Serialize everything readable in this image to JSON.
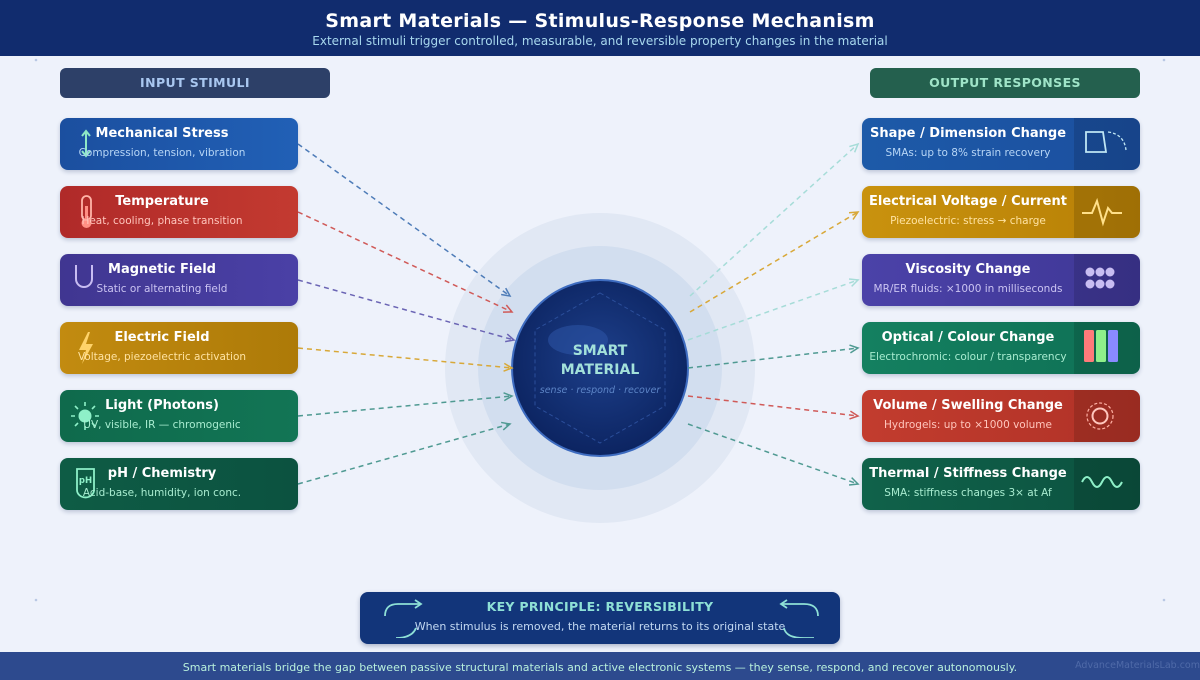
{
  "header": {
    "title": "Smart Materials — Stimulus-Response Mechanism",
    "subtitle": "External stimuli trigger controlled, measurable, and reversible property changes in the material"
  },
  "columns": {
    "input_title": "INPUT STIMULI",
    "output_title": "OUTPUT RESPONSES"
  },
  "inputs": [
    {
      "title": "Mechanical Stress",
      "subtitle": "Compression, tension, vibration",
      "icon": "arrow-stress-icon"
    },
    {
      "title": "Temperature",
      "subtitle": "Heat, cooling, phase transition",
      "icon": "thermometer-icon"
    },
    {
      "title": "Magnetic Field",
      "subtitle": "Static or alternating field",
      "icon": "magnet-icon"
    },
    {
      "title": "Electric Field",
      "subtitle": "Voltage, piezoelectric activation",
      "icon": "lightning-icon"
    },
    {
      "title": "Light (Photons)",
      "subtitle": "UV, visible, IR — chromogenic",
      "icon": "sun-icon"
    },
    {
      "title": "pH / Chemistry",
      "subtitle": "Acid-base, humidity, ion conc.",
      "icon": "beaker-icon",
      "icon_text": "pH"
    }
  ],
  "outputs": [
    {
      "title": "Shape / Dimension Change",
      "subtitle": "SMAs: up to 8% strain recovery",
      "icon": "shape-change-icon"
    },
    {
      "title": "Electrical Voltage / Current",
      "subtitle": "Piezoelectric: stress → charge",
      "icon": "waveform-icon"
    },
    {
      "title": "Viscosity Change",
      "subtitle": "MR/ER fluids: ×1000 in milliseconds",
      "icon": "particles-icon"
    },
    {
      "title": "Optical / Colour Change",
      "subtitle": "Electrochromic: colour / transparency",
      "icon": "color-bars-icon"
    },
    {
      "title": "Volume / Swelling Change",
      "subtitle": "Hydrogels: up to ×1000 volume",
      "icon": "swelling-icon"
    },
    {
      "title": "Thermal / Stiffness Change",
      "subtitle": "SMA: stiffness changes 3× at Af",
      "icon": "sine-wave-icon"
    }
  ],
  "center": {
    "line1": "SMART",
    "line2": "MATERIAL",
    "tagline": "sense · respond · recover"
  },
  "principle": {
    "title": "KEY PRINCIPLE: REVERSIBILITY",
    "description": "When stimulus is removed, the material returns to its original state"
  },
  "footer": {
    "text": "Smart materials bridge the gap between passive structural materials and active electronic systems — they sense, respond, and recover autonomously.",
    "watermark": "AdvanceMaterialsLab.com"
  },
  "colors": {
    "header": "#112c6e",
    "inputs": [
      "#1f55a8",
      "#b8302c",
      "#453a9c",
      "#c68c10",
      "#127050",
      "#0f5e48"
    ],
    "outputs": [
      "#1f55a8",
      "#c48d0e",
      "#463d9e",
      "#137a5e",
      "#be3a2e",
      "#0f5e48"
    ],
    "input_arrows": [
      "#4e7cb8",
      "#d05a58",
      "#6a64b4",
      "#d8a838",
      "#4f9a92",
      "#4f9a92"
    ],
    "output_arrows": [
      "#a6dcd8",
      "#d8a838",
      "#a6dcd8",
      "#4f9a92",
      "#d05a58",
      "#4f9a92"
    ]
  }
}
